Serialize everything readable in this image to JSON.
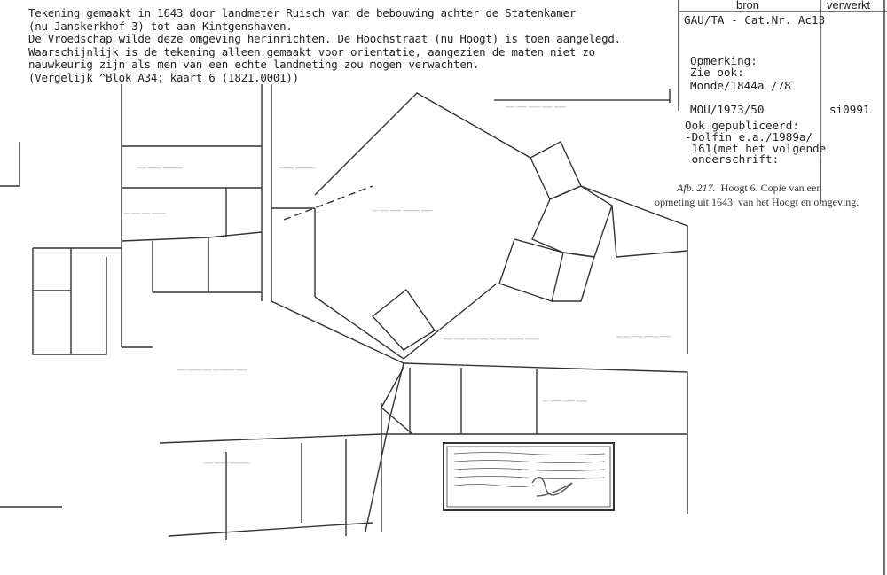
{
  "intro": {
    "lines": [
      "Tekening gemaakt in 1643 door landmeter Ruisch van de bebouwing achter de Statenkamer",
      "(nu Janskerkhof 3) tot aan Kintgenshaven.",
      "De Vroedschap wilde deze omgeving herinrichten. De Hoochstraat (nu Hoogt) is toen aangelegd.",
      "Waarschijnlijk is de tekening alleen gemaakt voor orientatie, aangezien de maten niet zo",
      "nauwkeurig zijn als men van een echte landmeting zou mogen verwachten.",
      "(Vergelijk ^Blok A34; kaart 6 (1821.0001))"
    ]
  },
  "card": {
    "col_bron": "bron",
    "col_verwerkt": "verwerkt",
    "catalog": "GAU/TA - Cat.Nr. Ac13",
    "remark_label": "Opmerking",
    "remark_colon": ":",
    "see_also": "Zie ook:",
    "ref1": "Monde/1844a /78",
    "ref2": "MOU/1973/50",
    "processed": "si0991",
    "published_label": "Ook gepubliceerd:",
    "published1": "-Dolfin e.a./1989a/",
    "published2": " 161(met het volgende",
    "published3": " onderschrift:"
  },
  "caption": {
    "fig": "Afb. 217.",
    "line1": "Hoogt 6. Copie van een",
    "line2": "opmeting uit 1643, van het Hoogt en omgeving."
  }
}
